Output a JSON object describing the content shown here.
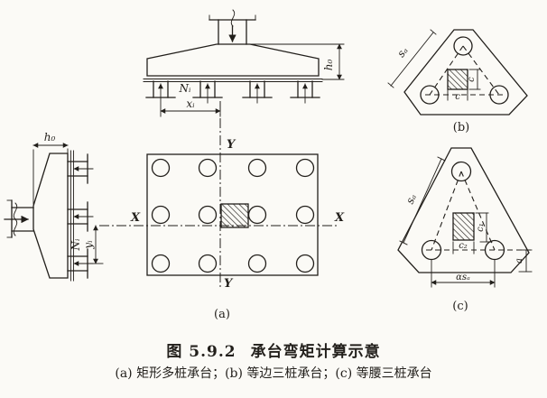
{
  "figure": {
    "number": "图 5.9.2",
    "title": "承台弯矩计算示意",
    "subcaption": "(a) 矩形多桩承台；(b) 等边三桩承台；(c) 等腰三桩承台"
  },
  "labels": {
    "elev_top": {
      "pile_force": "Nᵢ",
      "pile_dist": "xᵢ",
      "eff_depth": "h₀"
    },
    "elev_left": {
      "pile_force": "Nᵢ",
      "pile_dist": "yᵢ",
      "eff_depth": "h₀"
    },
    "plan": {
      "axis_x": "X",
      "axis_y": "Y",
      "tag": "(a)"
    },
    "tri_b": {
      "pile_spacing": "sₐ",
      "col_w": "c",
      "col_h": "c",
      "tag": "(b)"
    },
    "tri_c": {
      "pile_spacing": "sₐ",
      "col_c1": "c₁",
      "col_c2": "c₂",
      "bottom_spacing": "αsₐ",
      "edge_dist": "a",
      "tag": "(c)"
    }
  },
  "colors": {
    "ink": "#221f1b",
    "paper": "#fbfaf6"
  }
}
